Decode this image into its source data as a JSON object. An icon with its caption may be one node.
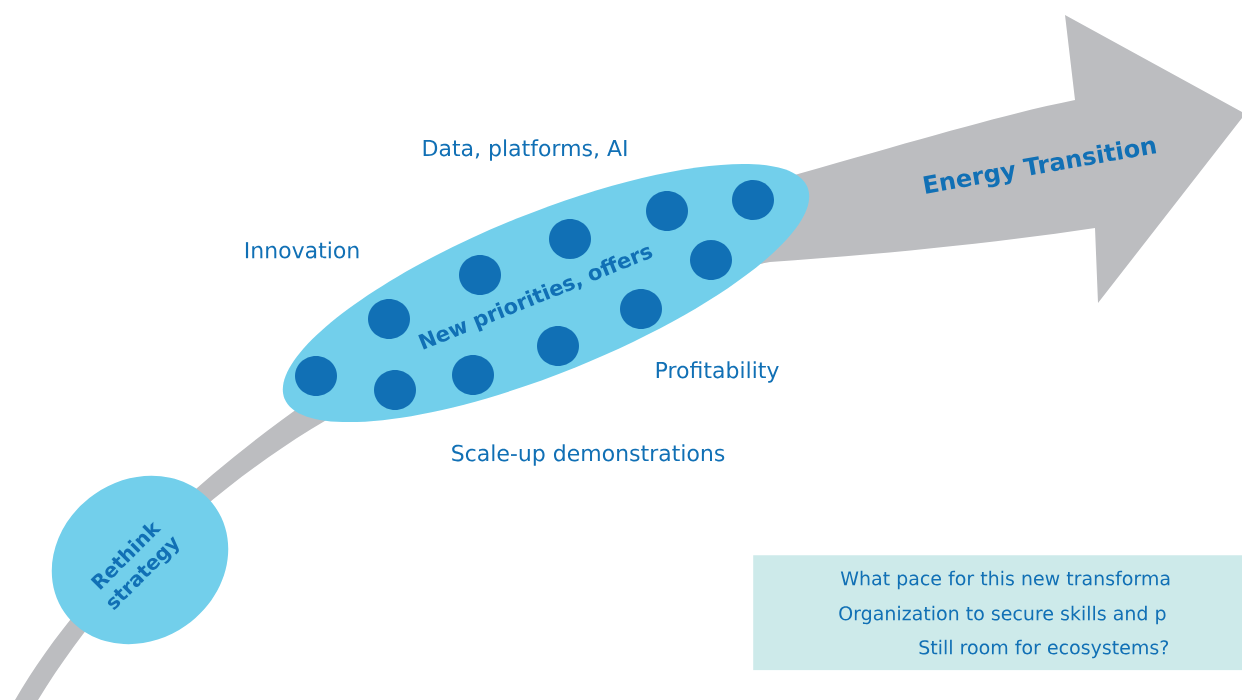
{
  "diagram": {
    "nodes": [
      {
        "text": [
          "Rethink strategy"
        ]
      },
      {
        "text": [
          "New priorities, offers"
        ]
      },
      {
        "text": [
          "What pace for this new transforma",
          "Organization to secure skills and p",
          "Still room for ecosystems?"
        ]
      }
    ],
    "labels": [
      "Data, platforms, AI",
      "Energy Transition",
      "Innovation",
      "Profitability",
      "Scale-up demonstrations"
    ]
  }
}
